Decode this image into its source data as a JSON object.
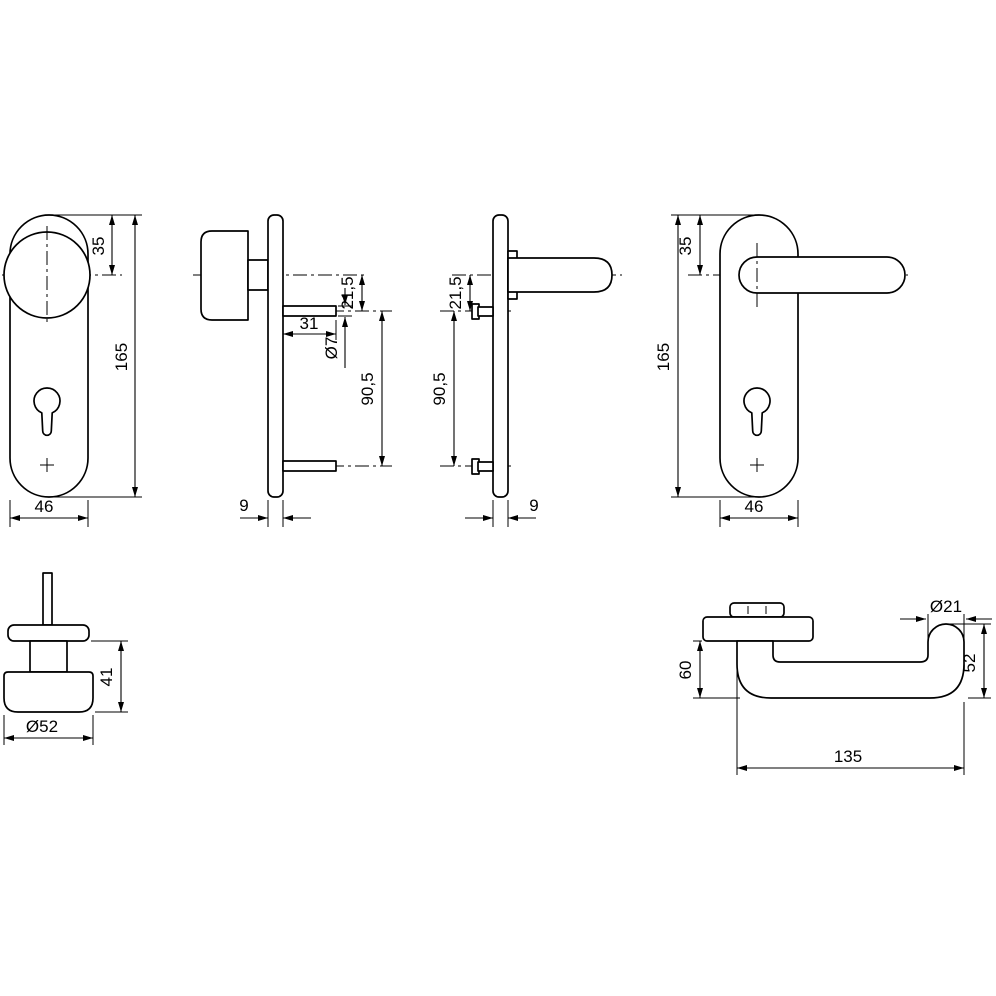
{
  "drawing": {
    "background": "#ffffff",
    "line_color": "#000000",
    "views": {
      "knob_plate_front": {
        "offset_35": "35",
        "height_165": "165",
        "width_46": "46"
      },
      "knob_plate_side": {
        "axis_21_5": "21,5",
        "bolt_31": "31",
        "dia_7": "Ø7",
        "span_90_5": "90,5",
        "thick_9": "9"
      },
      "lever_plate_side": {
        "axis_21_5": "21,5",
        "span_90_5": "90,5",
        "thick_9": "9"
      },
      "lever_plate_front": {
        "offset_35": "35",
        "height_165": "165",
        "width_46": "46"
      },
      "knob_profile": {
        "height_41": "41",
        "dia_52": "Ø52"
      },
      "lever_profile": {
        "dia_21": "Ø21",
        "drop_60": "60",
        "end_52": "52",
        "length_135": "135"
      }
    }
  }
}
